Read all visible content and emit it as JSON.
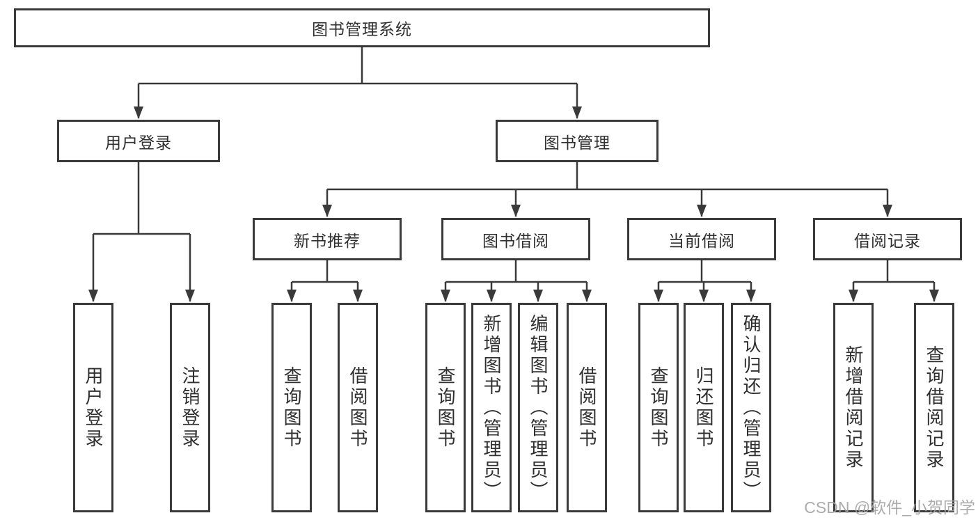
{
  "watermark": "CSDN @软件_小贺同学",
  "colors": {
    "line": "#3a3a3a",
    "text": "#2f2f2f",
    "box_background": "#ffffff",
    "watermark": "#a3a3a3"
  },
  "tree": {
    "label": "图书管理系统",
    "children": [
      {
        "label": "用户登录",
        "children": [
          {
            "label": "用户登录"
          },
          {
            "label": "注销登录"
          }
        ]
      },
      {
        "label": "图书管理",
        "children": [
          {
            "label": "新书推荐",
            "children": [
              {
                "label": "查询图书"
              },
              {
                "label": "借阅图书"
              }
            ]
          },
          {
            "label": "图书借阅",
            "children": [
              {
                "label": "查询图书"
              },
              {
                "label": "新增图书（管理员）"
              },
              {
                "label": "编辑图书（管理员）"
              },
              {
                "label": "借阅图书"
              }
            ]
          },
          {
            "label": "当前借阅",
            "children": [
              {
                "label": "查询图书"
              },
              {
                "label": "归还图书"
              },
              {
                "label": "确认归还（管理员）"
              }
            ]
          },
          {
            "label": "借阅记录",
            "children": [
              {
                "label": "新增借阅记录"
              },
              {
                "label": "查询借阅记录"
              }
            ]
          }
        ]
      }
    ]
  }
}
